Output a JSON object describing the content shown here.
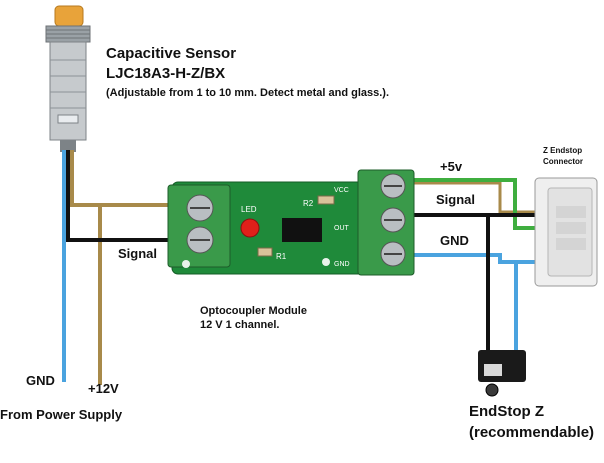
{
  "diagram": {
    "sensor": {
      "title": "Capacitive Sensor",
      "model": "LJC18A3-H-Z/BX",
      "note": "(Adjustable from 1 to 10 mm. Detect metal and glass.)."
    },
    "module": {
      "title": "Optocoupler Module",
      "spec": "12 V 1 channel.",
      "silk_led": "LED",
      "silk_r1": "R1",
      "silk_r2": "R2",
      "silk_vcc": "VCC",
      "silk_out": "OUT",
      "silk_gnd": "GND"
    },
    "connector": {
      "title_line1": "Z Endstop",
      "title_line2": "Connector"
    },
    "wires": {
      "signal_left": "Signal",
      "plus5v": "+5v",
      "signal_right": "Signal",
      "gnd_right": "GND",
      "gnd_left": "GND",
      "plus12v": "+12V"
    },
    "power_supply": "From Power Supply",
    "endstop": {
      "line1": "EndStop Z",
      "line2": "(recommendable)"
    },
    "colors": {
      "wire_brown": "#a88a4a",
      "wire_black": "#111111",
      "wire_blue": "#4aa3df",
      "wire_green": "#3fae3f",
      "pcb_green": "#1f8a3a",
      "terminal_green": "#3a9a4a",
      "sensor_cap": "#e8a33a"
    }
  }
}
